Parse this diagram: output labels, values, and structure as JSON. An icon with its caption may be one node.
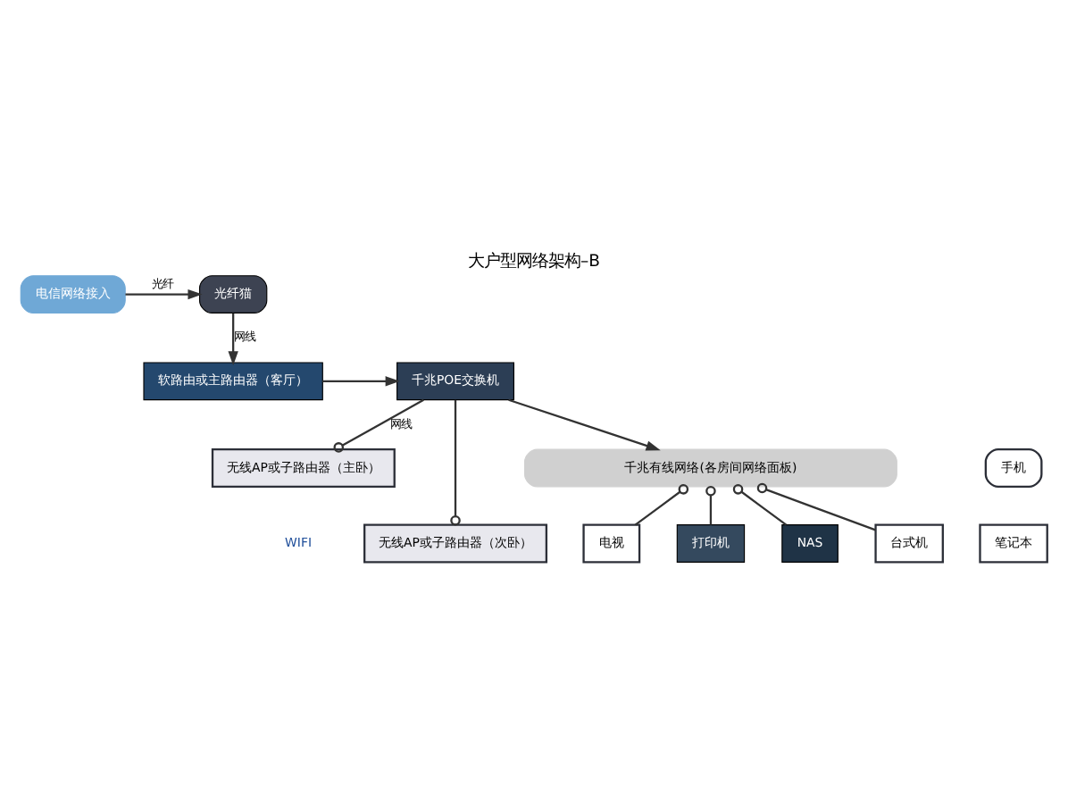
{
  "diagram": {
    "title": "大户型网络架构–B",
    "nodes": [
      {
        "text": [
          "电信网络接入"
        ]
      },
      {
        "text": [
          "光纤猫"
        ]
      },
      {
        "text": [
          "软路由或主路由器（客厅）"
        ]
      },
      {
        "text": [
          "千兆POE交换机"
        ]
      },
      {
        "text": [
          "无线AP或子路由器（主卧）"
        ]
      },
      {
        "text": [
          "无线AP或子路由器（次卧）"
        ]
      },
      {
        "text": [
          "手机"
        ]
      },
      {
        "text": [
          "笔记本"
        ]
      },
      {
        "text": [
          "千兆有线网络(各房间网络面板)"
        ]
      },
      {
        "text": [
          "电视"
        ]
      },
      {
        "text": [
          "打印机"
        ]
      },
      {
        "text": [
          "NAS"
        ]
      },
      {
        "text": [
          "台式机"
        ]
      }
    ],
    "edges": [
      {
        "from": 0,
        "to": 1,
        "arrow": "to",
        "label": "光纤"
      },
      {
        "from": 1,
        "to": 2,
        "arrow": "to",
        "label": "网线"
      },
      {
        "from": 2,
        "to": 3,
        "arrow": "to"
      },
      {
        "from": 3,
        "to": 4,
        "arrow": "other",
        "label": "网线"
      },
      {
        "from": 3,
        "to": 5,
        "arrow": "other"
      },
      {
        "from": 3,
        "to": 8,
        "arrow": "to"
      },
      {
        "from": 8,
        "to": 9,
        "arrow": "other"
      },
      {
        "from": 8,
        "to": 10,
        "arrow": "other"
      },
      {
        "from": 8,
        "to": 11,
        "arrow": "other"
      },
      {
        "from": 8,
        "to": 12,
        "arrow": "other"
      }
    ],
    "labels": [
      "WIFI"
    ]
  }
}
